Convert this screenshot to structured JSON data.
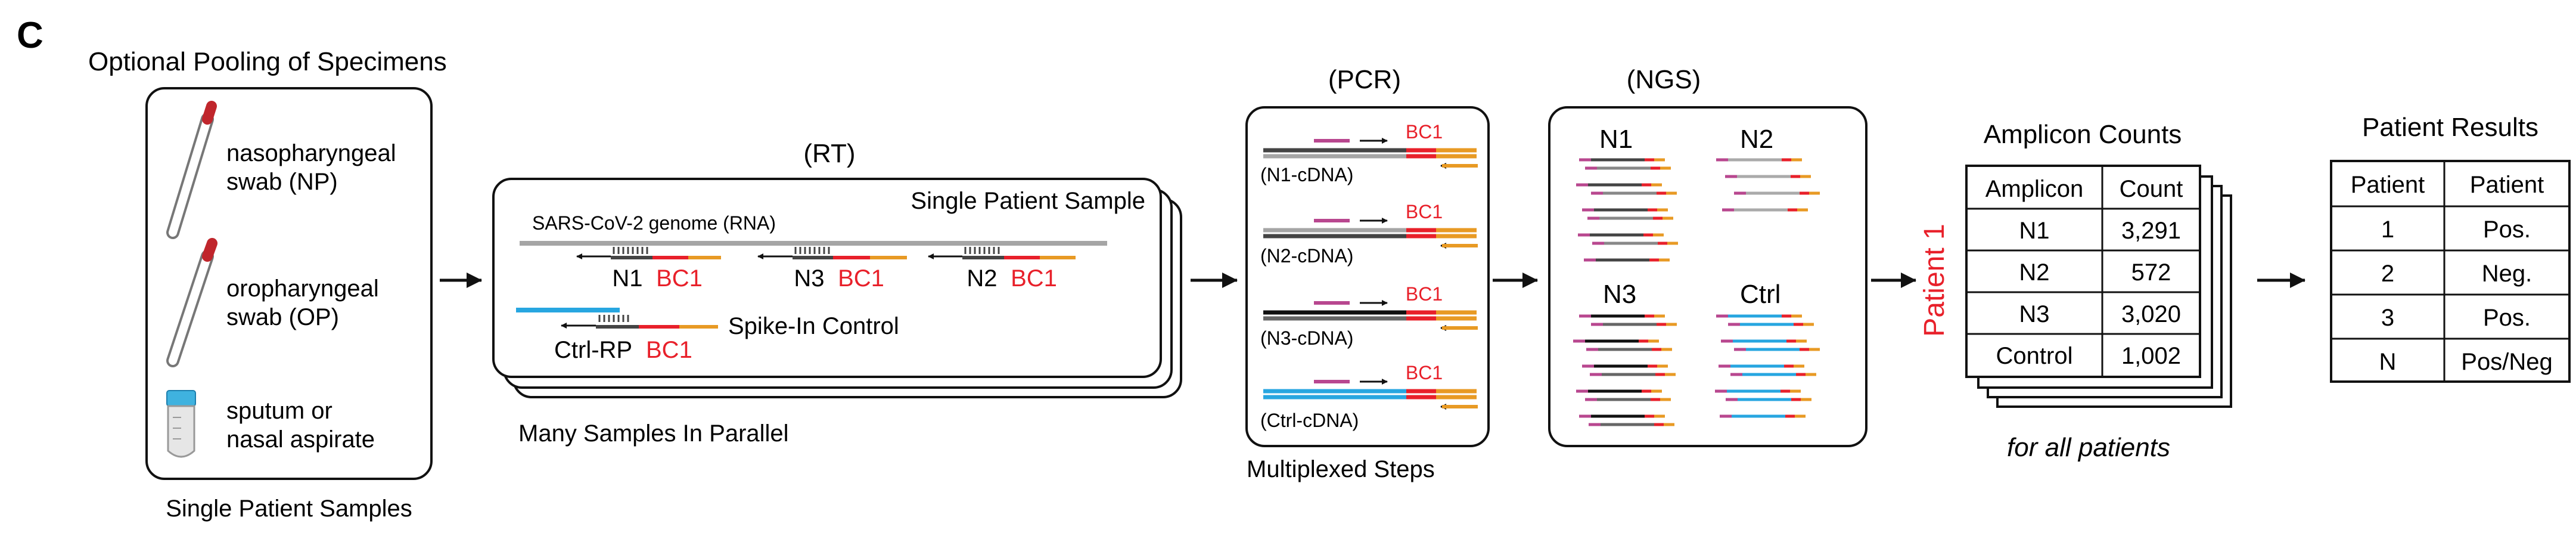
{
  "panel_letter": "C",
  "specimens": {
    "heading": "Optional Pooling of Specimens",
    "items": [
      {
        "line1": "nasopharyngeal",
        "line2": "swab (NP)",
        "icon": "nasopharyngeal-swab-icon"
      },
      {
        "line1": "oropharyngeal",
        "line2": "swab (OP)",
        "icon": "oropharyngeal-swab-icon"
      },
      {
        "line1": "sputum or",
        "line2": "nasal aspirate",
        "icon": "sputum-tube-icon"
      }
    ],
    "caption": "Single Patient Samples"
  },
  "rt": {
    "heading": "(RT)",
    "card_title": "Single Patient Sample",
    "genome_label": "SARS-CoV-2 genome (RNA)",
    "targets": [
      {
        "name": "N1",
        "barcode": "BC1"
      },
      {
        "name": "N3",
        "barcode": "BC1"
      },
      {
        "name": "N2",
        "barcode": "BC1"
      }
    ],
    "spike_label": "Spike-In Control",
    "ctrl_name": "Ctrl-RP",
    "ctrl_barcode": "BC1",
    "caption": "Many Samples In Parallel"
  },
  "pcr": {
    "heading": "(PCR)",
    "rows": [
      {
        "label": "(N1-cDNA)",
        "barcode": "BC1"
      },
      {
        "label": "(N2-cDNA)",
        "barcode": "BC1"
      },
      {
        "label": "(N3-cDNA)",
        "barcode": "BC1"
      },
      {
        "label": "(Ctrl-cDNA)",
        "barcode": "BC1"
      }
    ],
    "caption": "Multiplexed Steps"
  },
  "ngs": {
    "heading": "(NGS)",
    "groups": [
      "N1",
      "N2",
      "N3",
      "Ctrl"
    ]
  },
  "amplicon_counts": {
    "heading": "Amplicon Counts",
    "side_label": "Patient 1",
    "columns": [
      "Amplicon",
      "Count"
    ],
    "rows": [
      [
        "N1",
        "3,291"
      ],
      [
        "N2",
        "572"
      ],
      [
        "N3",
        "3,020"
      ],
      [
        "Control",
        "1,002"
      ]
    ],
    "caption": "for all patients"
  },
  "patient_results": {
    "heading": "Patient Results",
    "columns": [
      "Patient",
      "Patient"
    ],
    "rows": [
      [
        "1",
        "Pos."
      ],
      [
        "2",
        "Neg."
      ],
      [
        "3",
        "Pos."
      ],
      [
        "N",
        "Pos/Neg"
      ]
    ]
  },
  "colors": {
    "barcode_red": "#e8202a",
    "primer_orange": "#e89a24",
    "primer_purple": "#b8478f",
    "genome_gray": "#a5a5a5",
    "strand_dark": "#444444",
    "control_blue": "#27a6e0",
    "swab_red": "#c0262c",
    "tube_cap_blue": "#3fb2df"
  }
}
